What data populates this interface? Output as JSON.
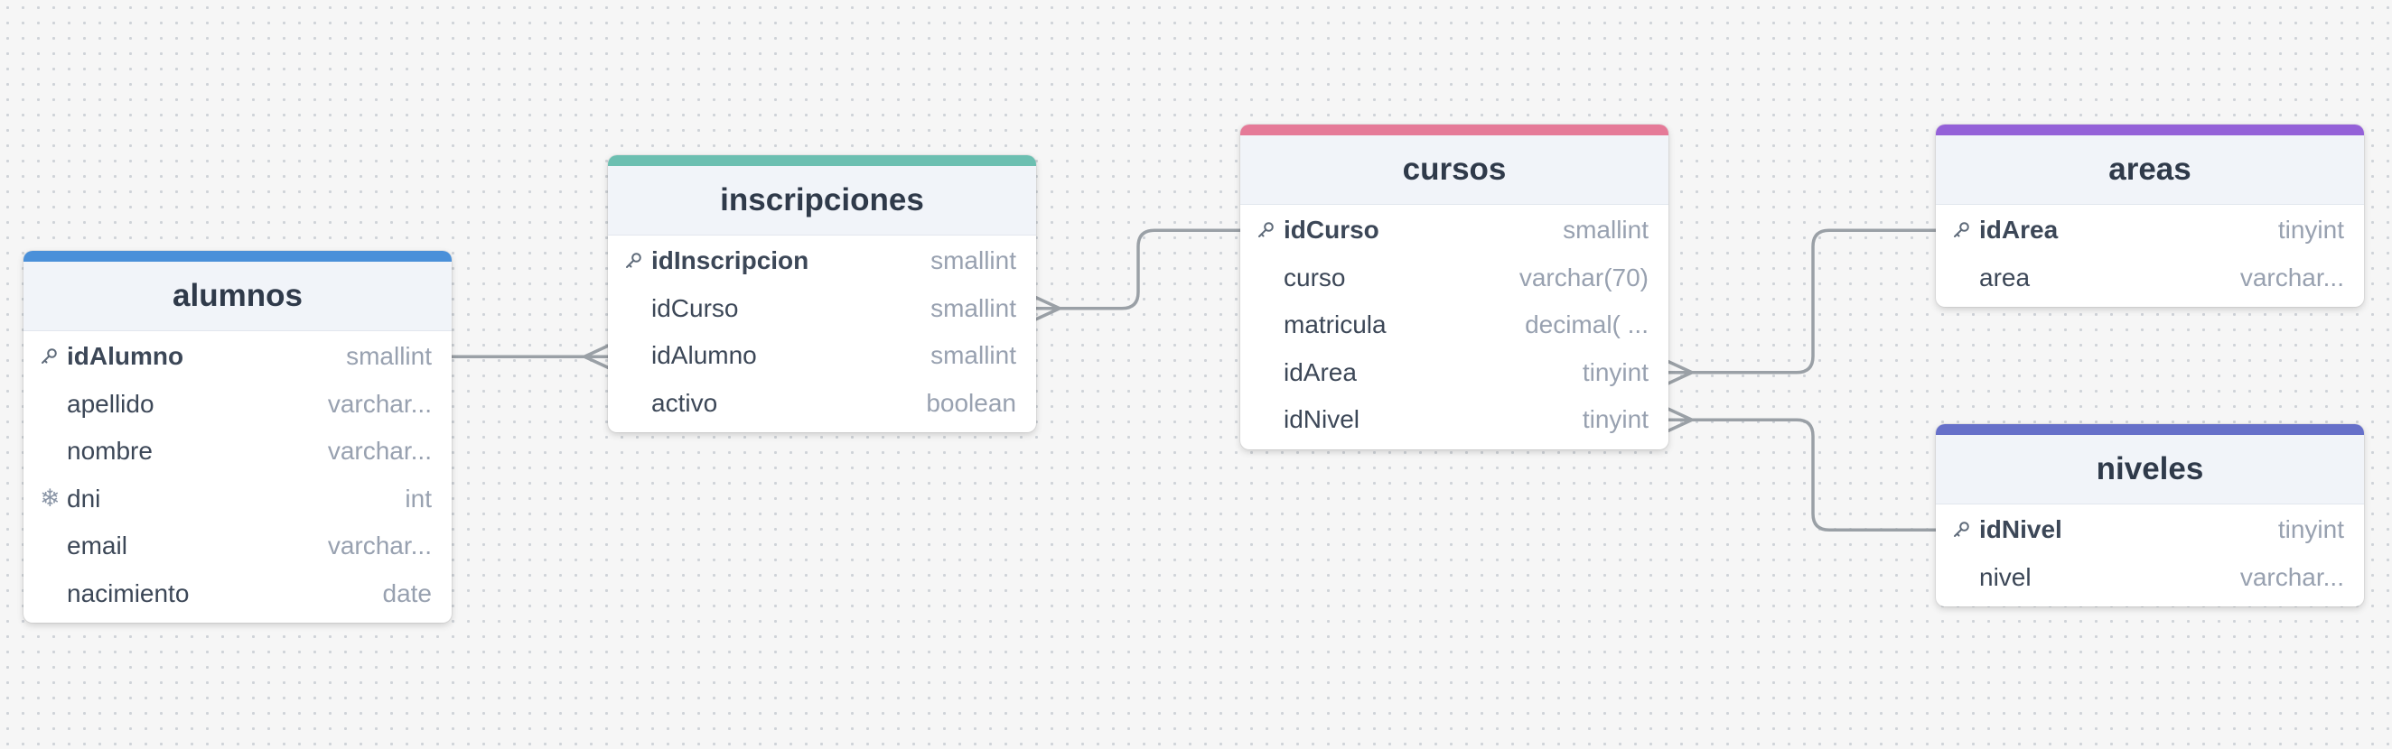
{
  "colors": {
    "canvas_bg": "#f6f6f6",
    "edge": "#9aa0a6",
    "header_bg": "#f1f4f9"
  },
  "tables": [
    {
      "id": "alumnos",
      "name": "alumnos",
      "color": "#4a90d9",
      "columns": [
        {
          "name": "idAlumno",
          "type": "smallint",
          "icon": "key-icon",
          "pk": true
        },
        {
          "name": "apellido",
          "type": "varchar...",
          "icon": "",
          "pk": false
        },
        {
          "name": "nombre",
          "type": "varchar...",
          "icon": "",
          "pk": false
        },
        {
          "name": "dni",
          "type": "int",
          "icon": "unique-icon",
          "pk": false
        },
        {
          "name": "email",
          "type": "varchar...",
          "icon": "",
          "pk": false
        },
        {
          "name": "nacimiento",
          "type": "date",
          "icon": "",
          "pk": false
        }
      ]
    },
    {
      "id": "inscripciones",
      "name": "inscripciones",
      "color": "#6cbfb1",
      "columns": [
        {
          "name": "idInscripcion",
          "type": "smallint",
          "icon": "key-icon",
          "pk": true
        },
        {
          "name": "idCurso",
          "type": "smallint",
          "icon": "",
          "pk": false
        },
        {
          "name": "idAlumno",
          "type": "smallint",
          "icon": "",
          "pk": false
        },
        {
          "name": "activo",
          "type": "boolean",
          "icon": "",
          "pk": false
        }
      ]
    },
    {
      "id": "cursos",
      "name": "cursos",
      "color": "#e57a98",
      "columns": [
        {
          "name": "idCurso",
          "type": "smallint",
          "icon": "key-icon",
          "pk": true
        },
        {
          "name": "curso",
          "type": "varchar(70)",
          "icon": "",
          "pk": false
        },
        {
          "name": "matricula",
          "type": "decimal( ...",
          "icon": "",
          "pk": false
        },
        {
          "name": "idArea",
          "type": "tinyint",
          "icon": "",
          "pk": false
        },
        {
          "name": "idNivel",
          "type": "tinyint",
          "icon": "",
          "pk": false
        }
      ]
    },
    {
      "id": "areas",
      "name": "areas",
      "color": "#9461d8",
      "columns": [
        {
          "name": "idArea",
          "type": "tinyint",
          "icon": "key-icon",
          "pk": true
        },
        {
          "name": "area",
          "type": "varchar...",
          "icon": "",
          "pk": false
        }
      ]
    },
    {
      "id": "niveles",
      "name": "niveles",
      "color": "#6670c9",
      "columns": [
        {
          "name": "idNivel",
          "type": "tinyint",
          "icon": "key-icon",
          "pk": true
        },
        {
          "name": "nivel",
          "type": "varchar...",
          "icon": "",
          "pk": false
        }
      ]
    }
  ],
  "relations": [
    {
      "from": "alumnos.idAlumno",
      "to": "inscripciones.idAlumno",
      "from_card": "one",
      "to_card": "many"
    },
    {
      "from": "cursos.idCurso",
      "to": "inscripciones.idCurso",
      "from_card": "one",
      "to_card": "many"
    },
    {
      "from": "areas.idArea",
      "to": "cursos.idArea",
      "from_card": "one",
      "to_card": "many"
    },
    {
      "from": "niveles.idNivel",
      "to": "cursos.idNivel",
      "from_card": "one",
      "to_card": "many"
    }
  ]
}
